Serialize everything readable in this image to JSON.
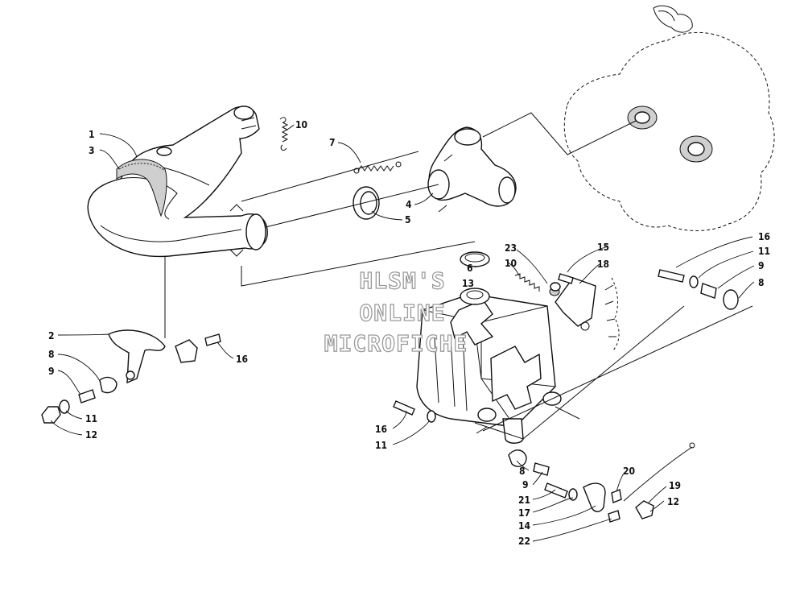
{
  "diagram": {
    "callouts": {
      "c1": "1",
      "c2": "2",
      "c3": "3",
      "c4": "4",
      "c5": "5",
      "c6": "6",
      "c7": "7",
      "c8a": "8",
      "c8b": "8",
      "c8c": "8",
      "c9a": "9",
      "c9b": "9",
      "c9c": "9",
      "c10a": "10",
      "c10b": "10",
      "c11a": "11",
      "c11b": "11",
      "c11c": "11",
      "c12a": "12",
      "c12b": "12",
      "c13": "13",
      "c14": "14",
      "c15": "15",
      "c16a": "16",
      "c16b": "16",
      "c16c": "16",
      "c17": "17",
      "c18": "18",
      "c19": "19",
      "c20": "20",
      "c21": "21",
      "c22": "22",
      "c23": "23"
    },
    "watermark": {
      "line1": "HLSM'S",
      "line2": "ONLINE",
      "line3": "MICROFICHE"
    }
  }
}
